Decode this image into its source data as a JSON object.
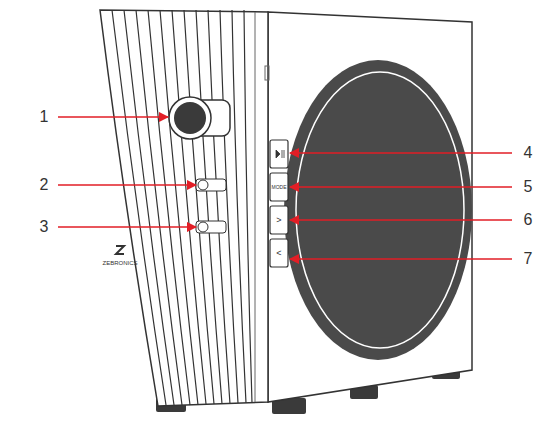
{
  "diagram": {
    "labels": [
      "1",
      "2",
      "3",
      "4",
      "5",
      "6",
      "7",
      "ZEBRONICS",
      "MODE",
      ">",
      "<"
    ]
  }
}
